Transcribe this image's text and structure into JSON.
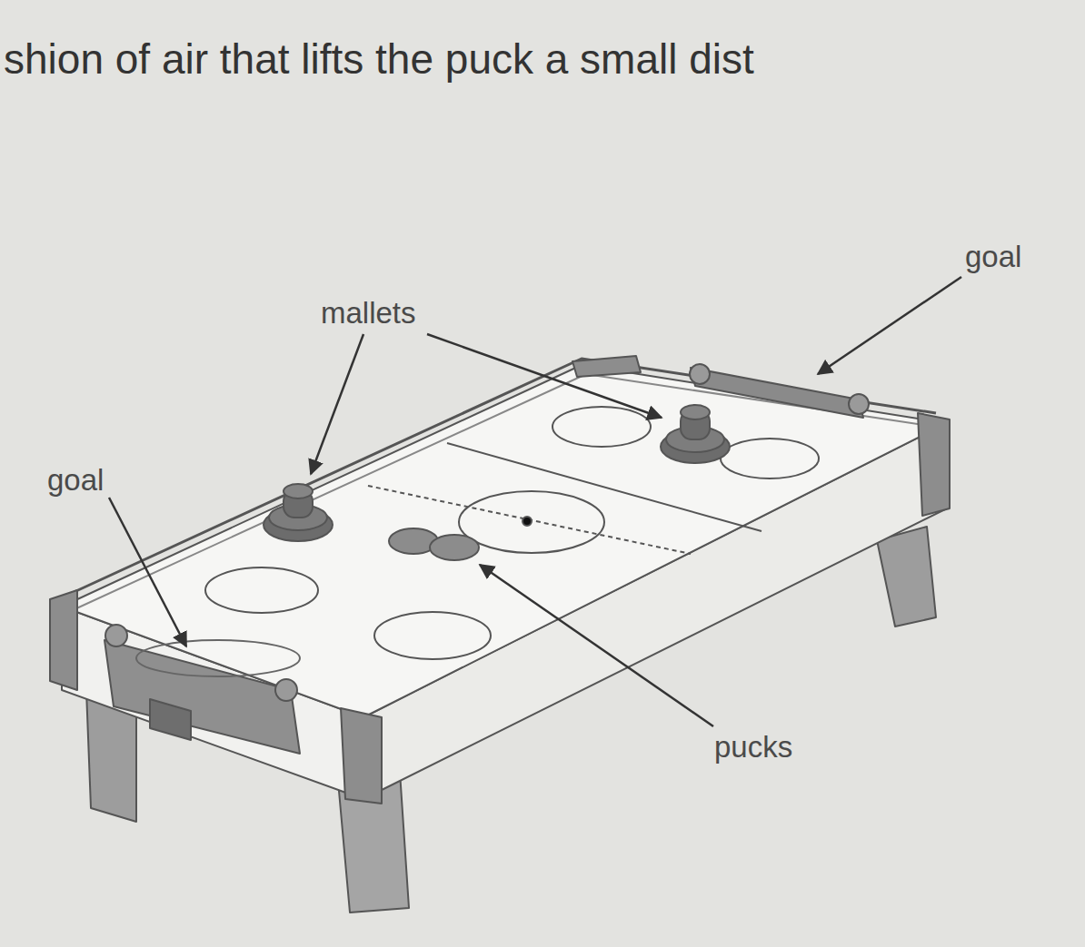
{
  "diagram": {
    "labels": [
      "shion of air that lifts the puck a small dist",
      "goal",
      "mallets",
      "goal",
      "pucks"
    ]
  }
}
